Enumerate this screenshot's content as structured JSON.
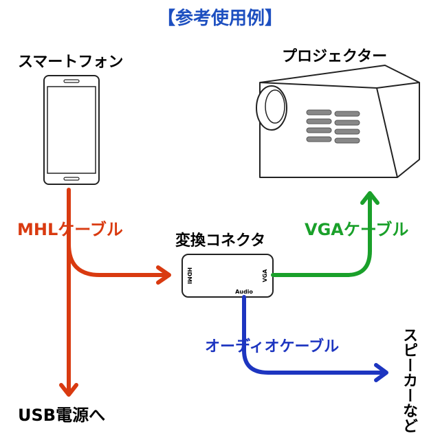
{
  "title": "【参考使用例】",
  "devices": {
    "smartphone": "スマートフォン",
    "projector": "プロジェクター",
    "converter": "変換コネクタ",
    "speaker": "スピーカーなど"
  },
  "cables": {
    "mhl": "MHLケーブル",
    "vga": "VGAケーブル",
    "audio": "オーディオケーブル"
  },
  "destinations": {
    "usb_power": "USB電源へ"
  },
  "ports": {
    "hdmi": "HDMI",
    "vga": "VGA",
    "audio": "Audio"
  },
  "colors": {
    "mhl_cable": "#d93a10",
    "vga_cable": "#1aa02a",
    "audio_cable": "#1d35c0",
    "title": "#1d4fc0"
  }
}
